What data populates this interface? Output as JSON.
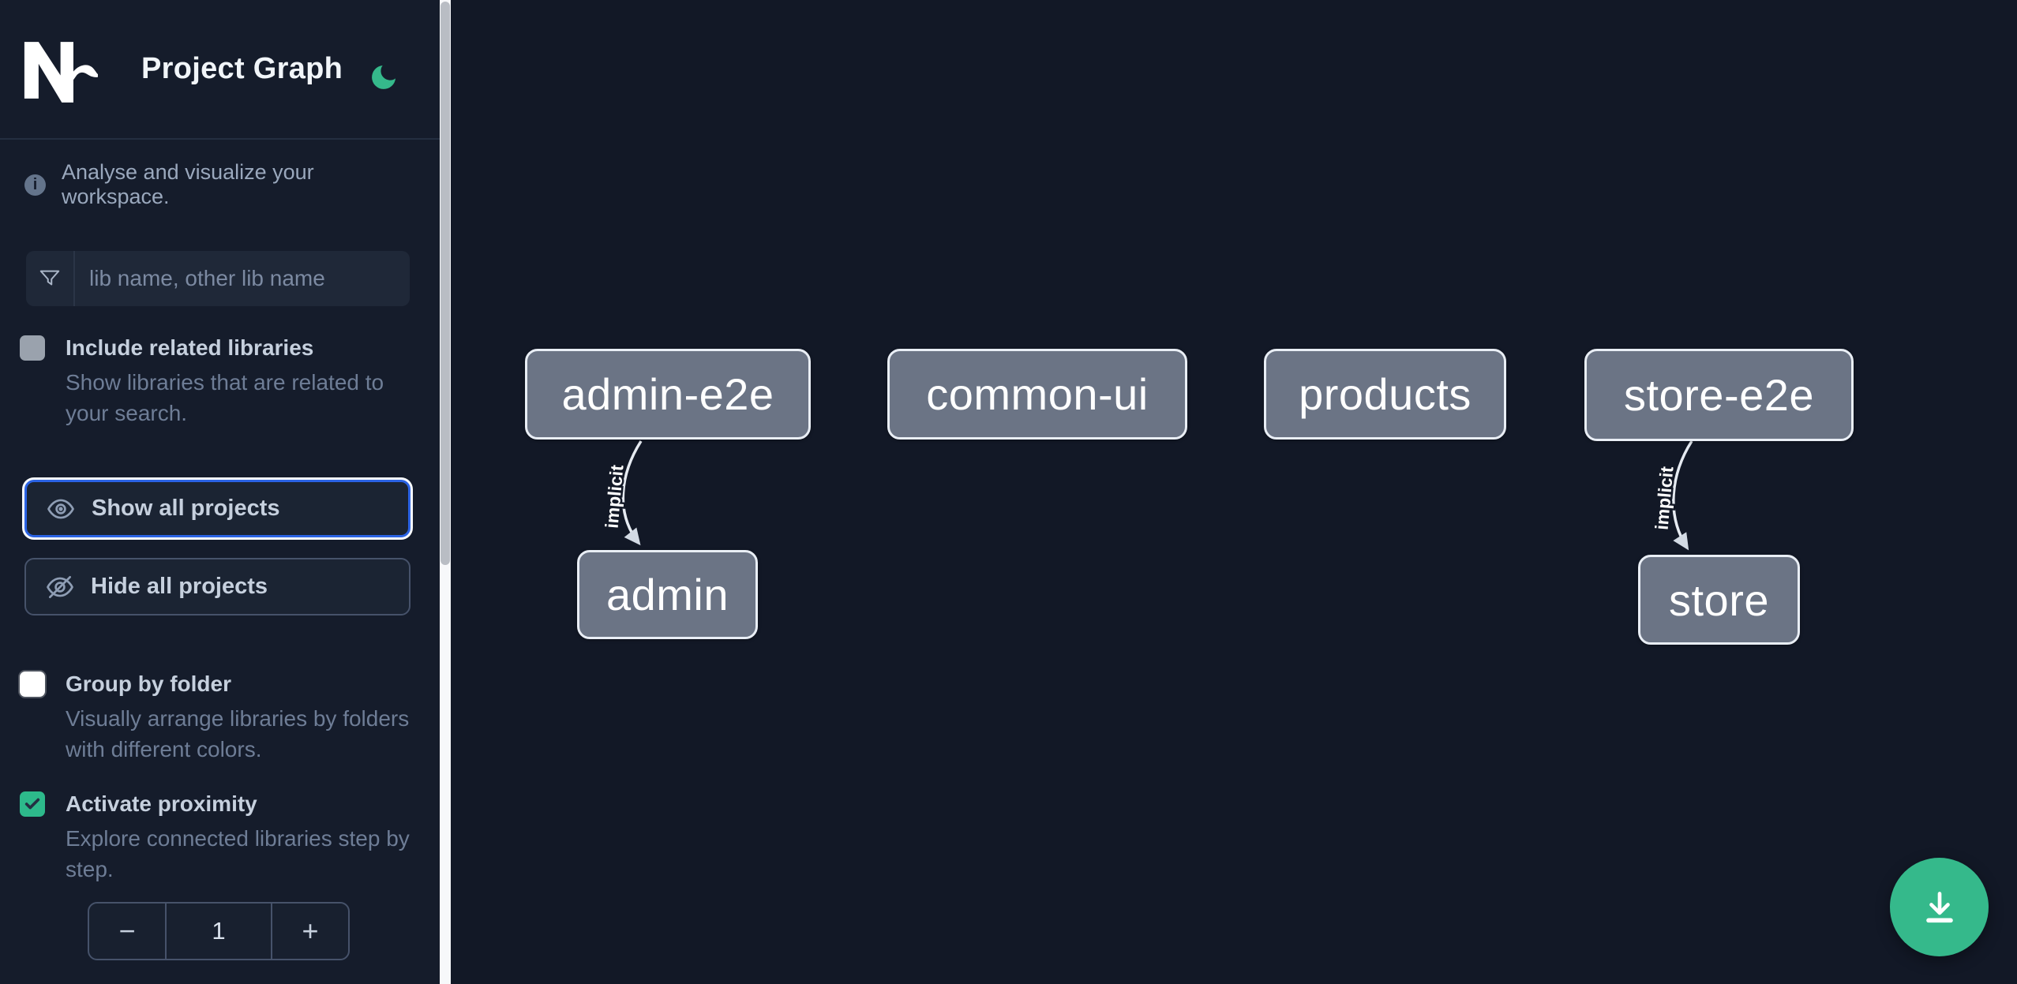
{
  "header": {
    "title": "Project Graph",
    "logo": "nx-logo",
    "theme_icon": "moon-icon"
  },
  "sidebar": {
    "info_text": "Analyse and visualize your workspace.",
    "search": {
      "placeholder": "lib name, other lib name",
      "value": ""
    },
    "include_related": {
      "label": "Include related libraries",
      "description": "Show libraries that are related to your search.",
      "checked": false
    },
    "show_all_label": "Show all projects",
    "hide_all_label": "Hide all projects",
    "group_by_folder": {
      "label": "Group by folder",
      "description": "Visually arrange libraries by folders with different colors.",
      "checked": false
    },
    "proximity": {
      "label": "Activate proximity",
      "description": "Explore connected libraries step by step.",
      "checked": true
    },
    "stepper": {
      "decrement": "−",
      "value": "1",
      "increment": "+"
    }
  },
  "graph": {
    "nodes": [
      {
        "label": "admin-e2e"
      },
      {
        "label": "common-ui"
      },
      {
        "label": "products"
      },
      {
        "label": "store-e2e"
      },
      {
        "label": "admin"
      },
      {
        "label": "store"
      }
    ],
    "edges": [
      {
        "from": "admin-e2e",
        "to": "admin",
        "label": "implicit"
      },
      {
        "from": "store-e2e",
        "to": "store",
        "label": "implicit"
      }
    ]
  },
  "colors": {
    "accent_blue": "#2b63e4",
    "emerald": "#35b98b",
    "node_fill": "#6b7485",
    "node_border": "#e9eef5",
    "edge": "#e6ebf2",
    "sidebar_bg": "#151c2b",
    "canvas_bg": "#121826"
  }
}
